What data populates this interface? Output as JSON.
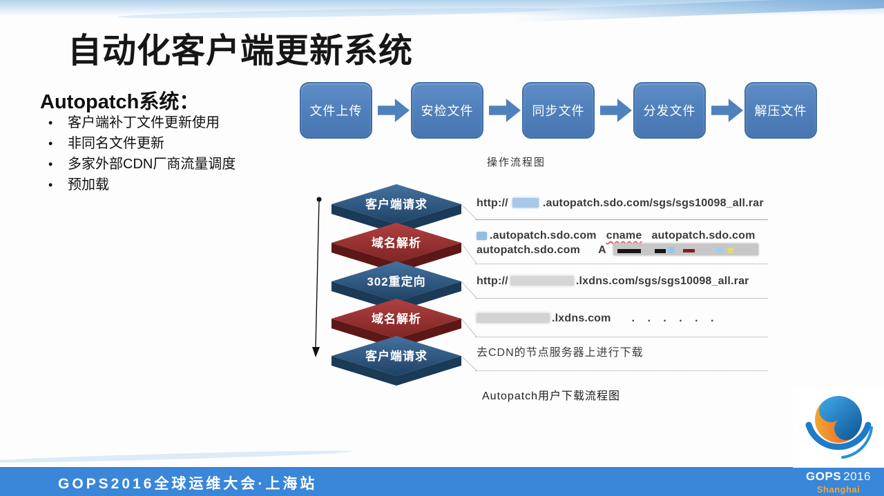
{
  "title": {
    "text": "自动化客户端更新系统"
  },
  "intro": {
    "heading": "Autopatch系统：",
    "bullet_glyph": "•",
    "bullets": [
      "客户端补丁文件更新使用",
      "非同名文件更新",
      "多家外部CDN厂商流量调度",
      "预加载"
    ]
  },
  "flow": {
    "caption": "操作流程图",
    "box_color": "#4f7fba",
    "arrow_color": "#4f81bd",
    "steps": [
      "文件上传",
      "安检文件",
      "同步文件",
      "分发文件",
      "解压文件"
    ]
  },
  "stack": {
    "caption": "Autopatch用户下载流程图",
    "blue_color": "#2f5d8c",
    "red_color": "#a23636",
    "layers": [
      {
        "label": "客户端请求",
        "color": "#2f5d8c"
      },
      {
        "label": "域名解析",
        "color": "#a23636"
      },
      {
        "label": "302重定向",
        "color": "#2f5d8c"
      },
      {
        "label": "域名解析",
        "color": "#a23636"
      },
      {
        "label": "客户端请求",
        "color": "#2f5d8c"
      }
    ]
  },
  "detail_rows": {
    "row1": {
      "prefix": "http://",
      "suffix": ".autopatch.sdo.com/sgs/sgs10098_all.rar"
    },
    "row2": {
      "line1_domain": ".autopatch.sdo.com",
      "line1_keyword": "cname",
      "line1_target": "autopatch.sdo.com",
      "line2_domain": "autopatch.sdo.com",
      "line2_record": "A"
    },
    "row3": {
      "prefix": "http://",
      "suffix": ".lxdns.com/sgs/sgs10098_all.rar"
    },
    "row4": {
      "suffix": ".lxdns.com",
      "dots": ". . . . . ."
    },
    "row5": {
      "text": "去CDN的节点服务器上进行下载"
    }
  },
  "footer": {
    "bar_text": "GOPS2016全球运维大会·上海站",
    "bar_color": "#3a86d8"
  },
  "logo": {
    "text_main": "GOPS",
    "text_year": "2016",
    "text_city": "Shanghai",
    "city_color": "#f4a53a"
  }
}
